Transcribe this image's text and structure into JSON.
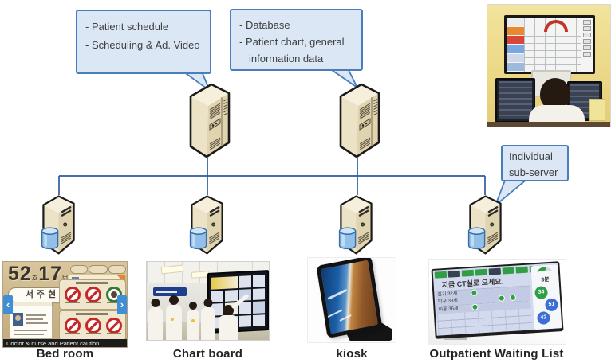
{
  "callouts": {
    "scheduling": {
      "line1": "- Patient schedule",
      "line2": "- Scheduling & Ad. Video"
    },
    "database": {
      "line1": "- Database",
      "line2": "- Patient chart, general information data"
    },
    "individual": {
      "text": "Individual sub-server"
    }
  },
  "devices": {
    "bedroom": {
      "label": "Bed room",
      "room_number": "52",
      "room_suffix": "호",
      "bed_number": "17",
      "bed_suffix": "번",
      "patient_name": "서주현",
      "caption": "Doctor & nurse and Patient caution",
      "nav_left": "‹",
      "nav_right": "›"
    },
    "chartboard": {
      "label": "Chart board"
    },
    "kiosk": {
      "label": "kiosk"
    },
    "outpatient": {
      "label": "Outpatient Waiting List",
      "headline": "지금 CT실로 오세요.",
      "gauge_value": "3분",
      "badges": [
        "34",
        "51",
        "42"
      ],
      "rows": [
        "김기 32세",
        "박구 33세",
        "이동 36세"
      ]
    }
  },
  "colors": {
    "callout_fill": "#dbe7f5",
    "callout_border": "#4a7ebb",
    "connector_line": "#2e5b9c",
    "server_body": "#ece2c6",
    "database_cylinder": "#92c0e8",
    "badge_green": "#2f9e44",
    "badge_blue": "#3b6fd4"
  }
}
